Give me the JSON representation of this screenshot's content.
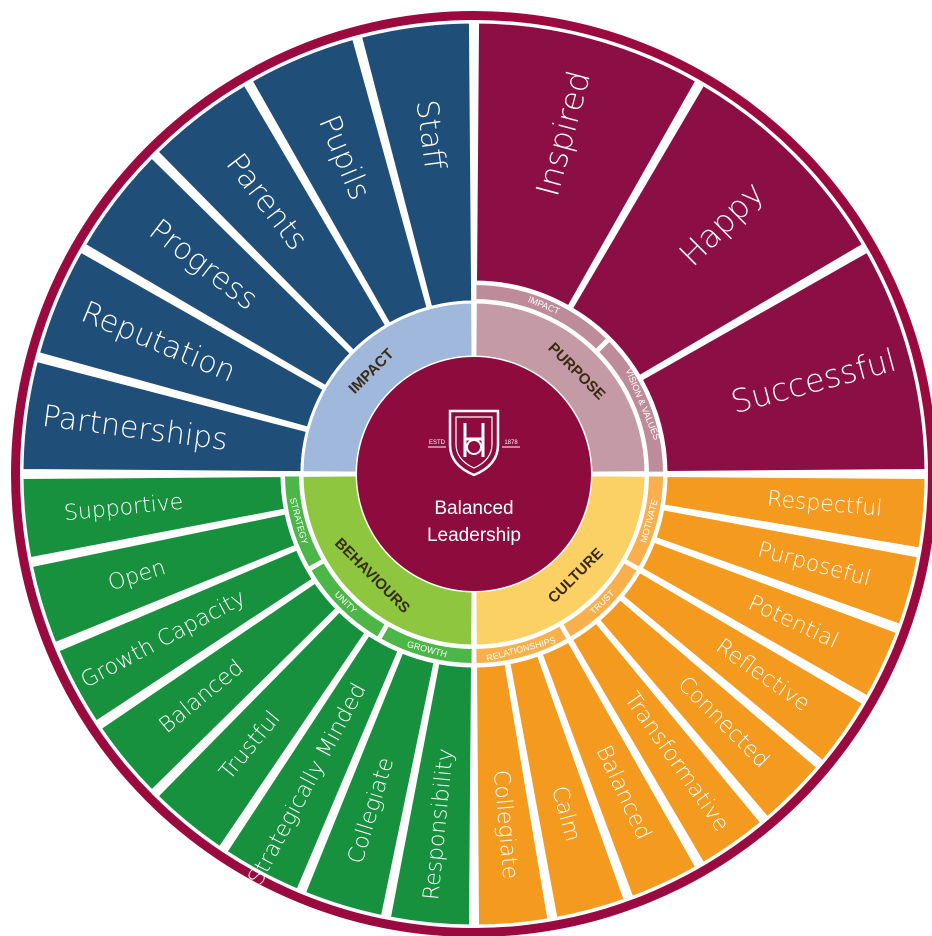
{
  "center": {
    "line1": "Balanced",
    "line2": "Leadership",
    "logo": {
      "left": "ESTD",
      "right": "1878",
      "icon": "school-crest-icon"
    }
  },
  "colors": {
    "ring": "#9b0a3f",
    "center": "#8e0b3d",
    "impact": "#1f4e79",
    "impact_inner": "#9fb8dc",
    "purpose": "#8b0f45",
    "purpose_inner": "#c49aa6",
    "purpose_band": "#bd8b99",
    "culture": "#f39a1f",
    "culture_inner": "#fbd065",
    "culture_band": "#f8b04d",
    "behaviours": "#17913e",
    "behaviours_inner": "#8ec63f",
    "behaviours_band": "#4cb649"
  },
  "quadrants": [
    {
      "id": "impact",
      "label": "IMPACT",
      "items": [
        "Staff",
        "Pupils",
        "Parents",
        "Progress",
        "Reputation",
        "Partnerships"
      ]
    },
    {
      "id": "purpose",
      "label": "PURPOSE",
      "bands": [
        "IMPACT",
        "VISION & VALUES"
      ],
      "items": [
        "Inspired",
        "Happy",
        "Successful"
      ]
    },
    {
      "id": "culture",
      "label": "CULTURE",
      "bands": [
        "MOTIVATE",
        "TRUST",
        "RELATIONSHIPS"
      ],
      "items": [
        "Respectful",
        "Purposeful",
        "Potential",
        "Reflective",
        "Connected",
        "Transformative",
        "Balanced",
        "Calm",
        "Collegiate"
      ]
    },
    {
      "id": "behaviours",
      "label": "BEHAVIOURS",
      "bands": [
        "GROWTH",
        "UNITY",
        "STRATEGY"
      ],
      "items": [
        "Responsibility",
        "Collegiate",
        "Strategically Minded",
        "Trustful",
        "Balanced",
        "Growth Capacity",
        "Open",
        "Supportive"
      ]
    }
  ]
}
